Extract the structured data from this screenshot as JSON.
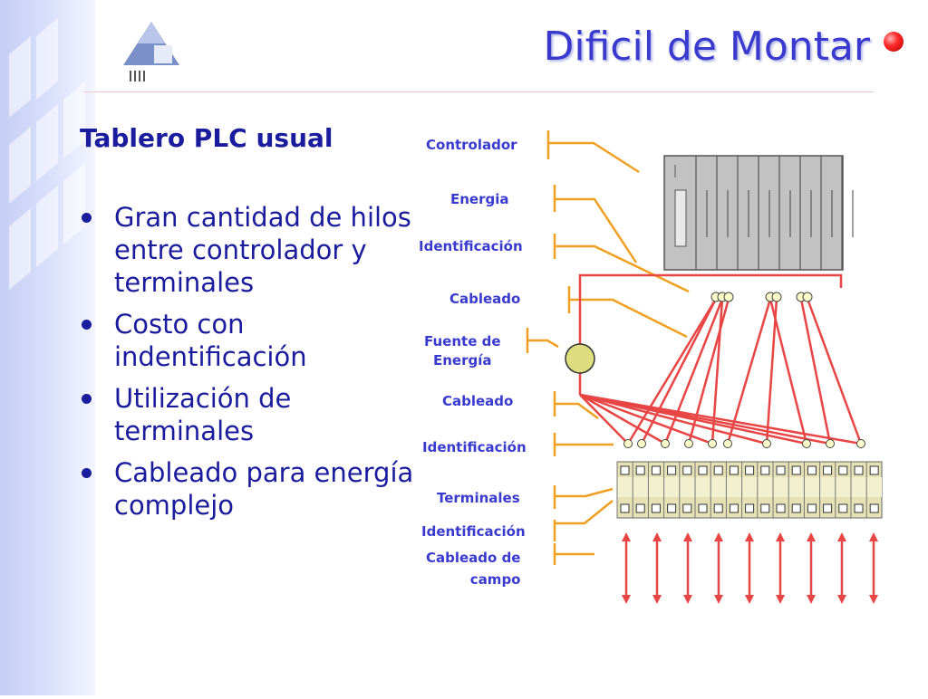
{
  "slide": {
    "title": "Dificil de Montar",
    "subtitle": "Tablero PLC usual",
    "bullets": [
      "Gran cantidad de hilos entre controlador y terminales",
      "Costo con indentificación",
      "Utilización de terminales",
      "Cableado para energía complejo"
    ]
  },
  "diagram": {
    "labels": {
      "controller": "Controlador",
      "energy": "Energia",
      "identification_1": "Identificación",
      "wiring_1": "Cableado",
      "power_source_line1": "Fuente de",
      "power_source_line2": "Energía",
      "wiring_2": "Cableado",
      "identification_2": "Identificación",
      "terminals": "Terminales",
      "identification_3": "Identificación",
      "field_wiring_line1": "Cableado de",
      "field_wiring_line2": "campo"
    },
    "colors": {
      "label_text": "#3a3acf",
      "pointer": "#f0a020",
      "wire": "#e84545",
      "power_source": "#dede80",
      "plc_rack": "#b8b8b8"
    }
  }
}
